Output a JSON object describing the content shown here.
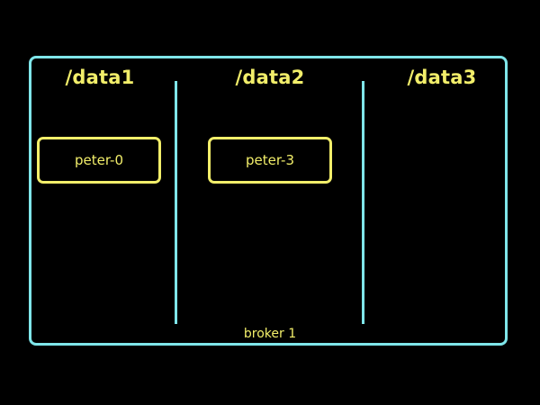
{
  "broker": {
    "label": "broker 1"
  },
  "directories": [
    {
      "label": "/data1",
      "partitions": [
        "peter-0"
      ]
    },
    {
      "label": "/data2",
      "partitions": [
        "peter-3"
      ]
    },
    {
      "label": "/data3",
      "partitions": []
    }
  ],
  "colors": {
    "background": "#000000",
    "broker_border": "#7fe6ea",
    "text_and_partition": "#f2ee6a"
  }
}
